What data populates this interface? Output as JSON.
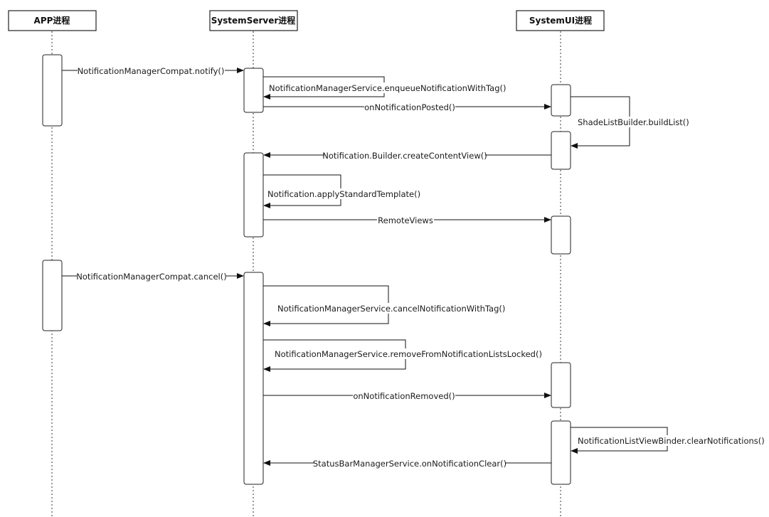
{
  "participants": {
    "app": "APP进程",
    "system_server": "SystemServer进程",
    "system_ui": "SystemUI进程"
  },
  "messages": {
    "compat_notify": "NotificationManagerCompat.notify()",
    "enqueue_notification": "NotificationManagerService.enqueueNotificationWithTag()",
    "on_notification_posted": "onNotificationPosted()",
    "shade_build_list": "ShadeListBuilder.buildList()",
    "create_content_view": "Notification.Builder.createContentView()",
    "apply_standard_template": "Notification.applyStandardTemplate()",
    "remote_views": "RemoteViews",
    "compat_cancel": "NotificationManagerCompat.cancel()",
    "cancel_notification": "NotificationManagerService.cancelNotificationWithTag()",
    "remove_from_lists": "NotificationManagerService.removeFromNotificationListsLocked()",
    "on_notification_removed": "onNotificationRemoved()",
    "clear_notifications": "NotificationListViewBinder.clearNotifications()",
    "status_bar_clear": "StatusBarManagerService.onNotificationClear()"
  }
}
